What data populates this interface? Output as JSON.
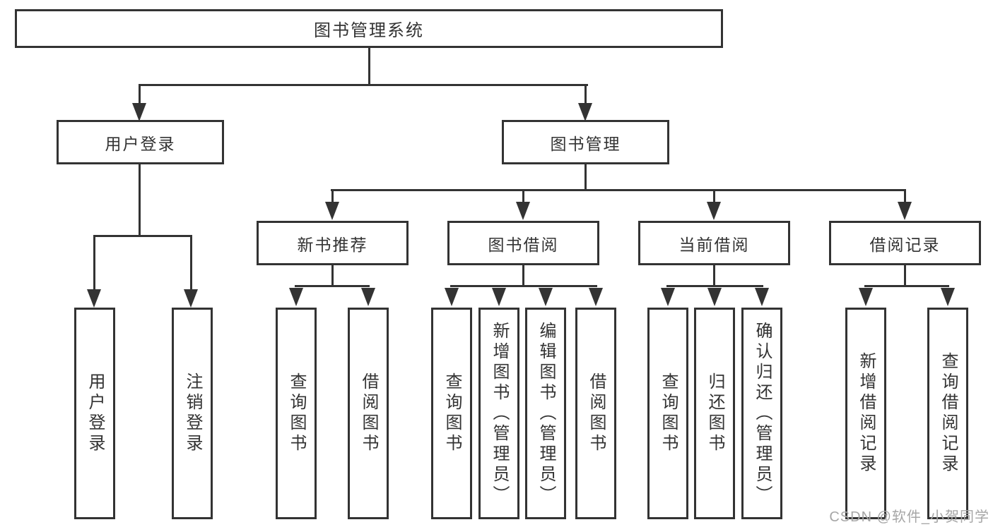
{
  "colors": {
    "background": "#ffffff",
    "line": "#333333",
    "box_border": "#333333",
    "text": "#333333",
    "watermark": "#a6a6a6"
  },
  "tree": {
    "root": {
      "label": "图书管理系统"
    },
    "branches": [
      {
        "label": "用户登录",
        "leaves": [
          {
            "label": "用户登录"
          },
          {
            "label": "注销登录"
          }
        ]
      },
      {
        "label": "图书管理",
        "groups": [
          {
            "label": "新书推荐",
            "leaves": [
              {
                "label": "查询图书"
              },
              {
                "label": "借阅图书"
              }
            ]
          },
          {
            "label": "图书借阅",
            "leaves": [
              {
                "label": "查询图书"
              },
              {
                "label": "新增图书（管理员）"
              },
              {
                "label": "编辑图书（管理员）"
              },
              {
                "label": "借阅图书"
              }
            ]
          },
          {
            "label": "当前借阅",
            "leaves": [
              {
                "label": "查询图书"
              },
              {
                "label": "归还图书"
              },
              {
                "label": "确认归还（管理员）"
              }
            ]
          },
          {
            "label": "借阅记录",
            "leaves": [
              {
                "label": "新增借阅记录"
              },
              {
                "label": "查询借阅记录"
              }
            ]
          }
        ]
      }
    ]
  },
  "watermark": {
    "text": "CSDN @软件_小贺同学"
  }
}
